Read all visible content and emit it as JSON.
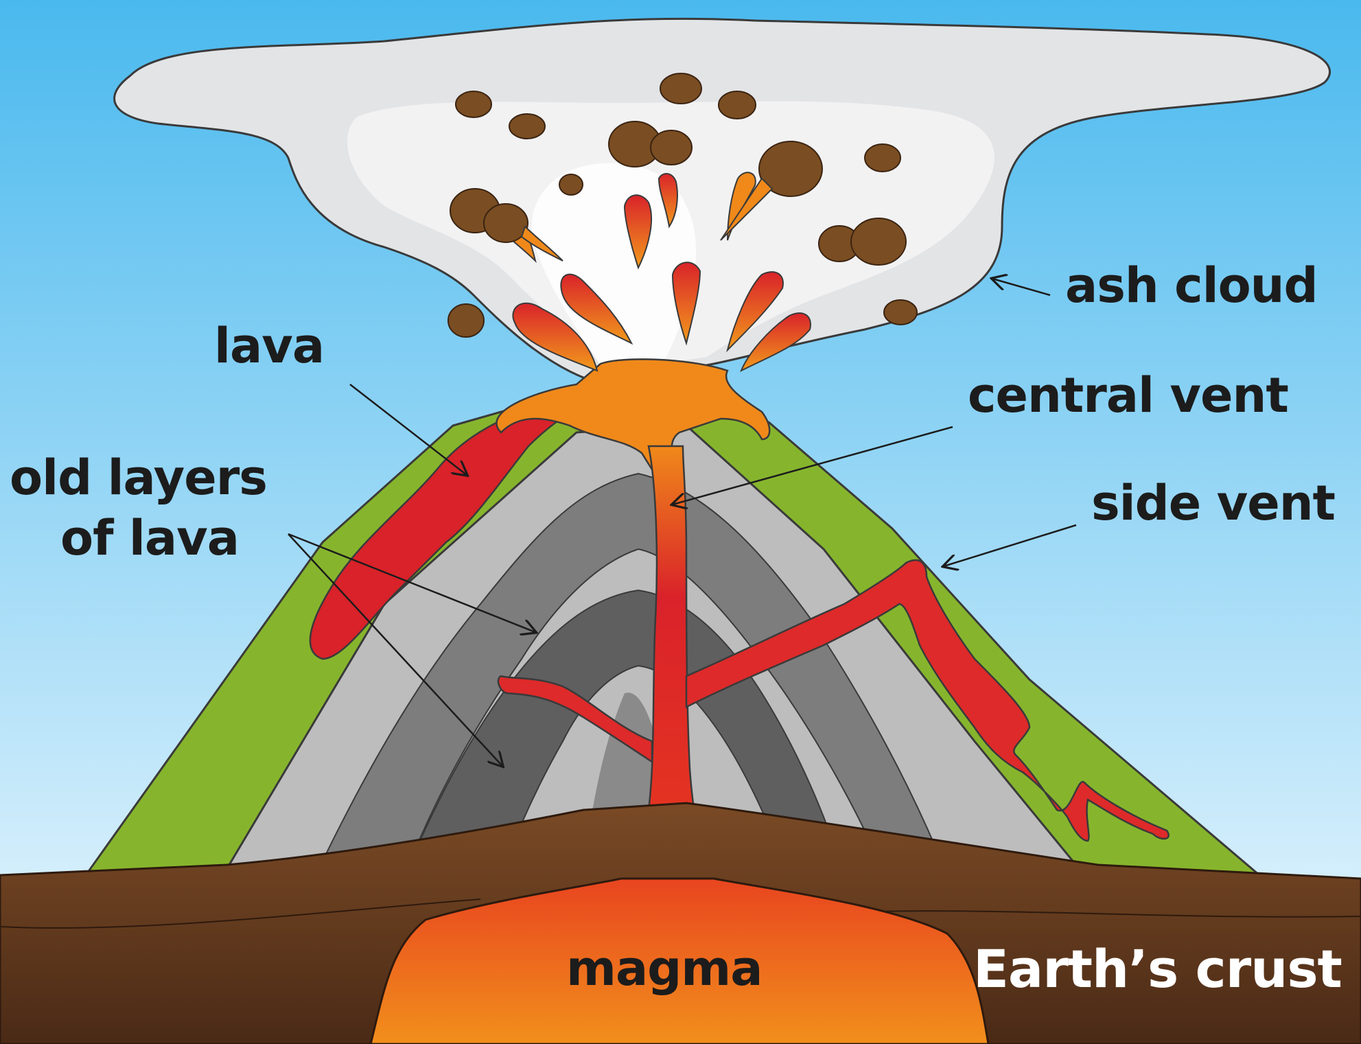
{
  "diagram": {
    "labels": {
      "ash_cloud": "ash cloud",
      "lava": "lava",
      "central_vent": "central vent",
      "old_layers_line1": "old layers",
      "old_layers_line2": "of lava",
      "side_vent": "side vent",
      "magma": "magma",
      "earths_crust": "Earth’s crust"
    },
    "colors": {
      "sky_top": "#4ab9ee",
      "sky_bottom": "#eef8fe",
      "ash": "#e3e4e6",
      "rock": "#7a4d22",
      "lava_red": "#de2a2a",
      "lava_orange": "#f0891a",
      "magma": "#ee6a1e",
      "grass": "#86b52d",
      "crust": "#5a3620",
      "stone_dark": "#5f5f5f",
      "stone_light": "#c4c4c4"
    }
  }
}
